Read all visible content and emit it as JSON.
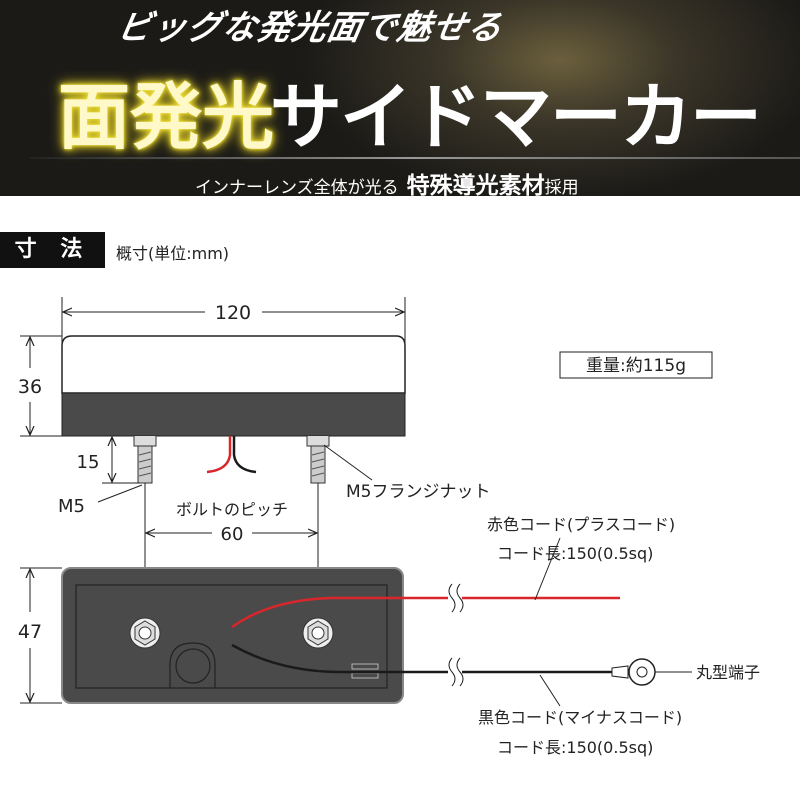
{
  "banner": {
    "tagline": "ビッグな発光面で魅せる",
    "title_highlight": "面発光",
    "title_main": "サイドマーカー",
    "subtitle_prefix": "インナーレンズ全体が光る",
    "subtitle_emphasis": "特殊導光素材",
    "subtitle_suffix": "採用"
  },
  "section": {
    "heading": "寸 法",
    "note": "概寸(単位:mm)"
  },
  "diagram": {
    "width_dim": "120",
    "height_dim": "36",
    "bolt_length_dim": "15",
    "depth_dim": "47",
    "bolt_pitch_label": "ボルトのピッチ",
    "bolt_pitch_dim": "60",
    "bolt_label": "M5",
    "nut_label": "M5フランジナット",
    "weight": "重量:約115g",
    "red_cord_label": "赤色コード(プラスコード)",
    "red_cord_length": "コード長:150(0.5sq)",
    "black_cord_label": "黒色コード(マイナスコード)",
    "black_cord_length": "コード長:150(0.5sq)",
    "terminal_label": "丸型端子",
    "colors": {
      "red_wire": "#d8262b",
      "black_wire": "#1a1a1a",
      "body": "#4a4a4a",
      "highlight": "#f3e23a"
    }
  }
}
